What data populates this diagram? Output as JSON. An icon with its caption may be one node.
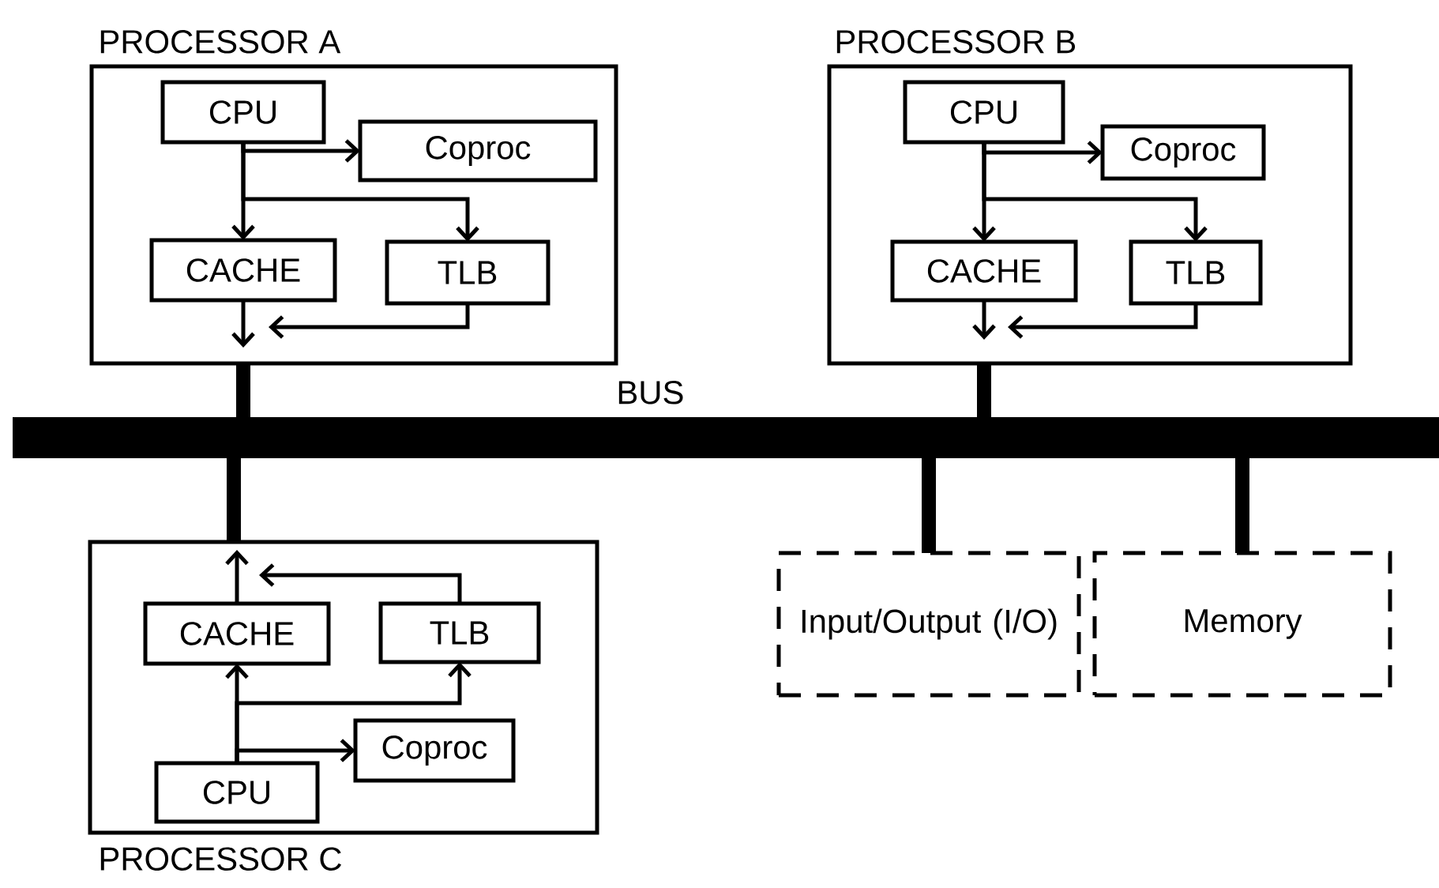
{
  "diagram": {
    "nodes": [
      {
        "text": [
          "PROCESSOR A"
        ]
      },
      {
        "text": [
          "CPU"
        ],
        "in": 0
      },
      {
        "text": [
          "Coproc"
        ],
        "in": 0
      },
      {
        "text": [
          "CACHE"
        ],
        "in": 0
      },
      {
        "text": [
          "TLB"
        ],
        "in": 0
      },
      {
        "text": [
          "PROCESSOR B"
        ]
      },
      {
        "text": [
          "CPU"
        ],
        "in": 5
      },
      {
        "text": [
          "Coproc"
        ],
        "in": 5
      },
      {
        "text": [
          "CACHE"
        ],
        "in": 5
      },
      {
        "text": [
          "TLB"
        ],
        "in": 5
      },
      {
        "text": [
          "BUS"
        ]
      },
      {
        "text": [
          "PROCESSOR C"
        ]
      },
      {
        "text": [
          "CACHE"
        ],
        "in": 11
      },
      {
        "text": [
          "TLB"
        ],
        "in": 11
      },
      {
        "text": [
          "Coproc"
        ],
        "in": 11
      },
      {
        "text": [
          "CPU"
        ],
        "in": 11
      },
      {
        "text": [
          "Input/Output (I/O)"
        ]
      },
      {
        "text": [
          "Memory"
        ]
      }
    ],
    "edges": [
      {
        "from": 1,
        "to": 2,
        "arrow": "to"
      },
      {
        "from": 1,
        "to": 3,
        "arrow": "to"
      },
      {
        "from": 1,
        "to": 4,
        "arrow": "to"
      },
      {
        "from": 3,
        "to": null,
        "arrow": "to"
      },
      {
        "from": 4,
        "to": 3,
        "arrow": "to"
      },
      {
        "from": 0,
        "to": 10,
        "arrow": "none",
        "style": "thick"
      },
      {
        "from": 6,
        "to": 7,
        "arrow": "to"
      },
      {
        "from": 6,
        "to": 8,
        "arrow": "to"
      },
      {
        "from": 6,
        "to": 9,
        "arrow": "to"
      },
      {
        "from": 8,
        "to": null,
        "arrow": "to"
      },
      {
        "from": 9,
        "to": 8,
        "arrow": "to"
      },
      {
        "from": 5,
        "to": 10,
        "arrow": "none",
        "style": "thick"
      },
      {
        "from": 15,
        "to": 14,
        "arrow": "to"
      },
      {
        "from": 15,
        "to": 12,
        "arrow": "to"
      },
      {
        "from": 15,
        "to": 13,
        "arrow": "to"
      },
      {
        "from": 12,
        "to": null,
        "arrow": "to"
      },
      {
        "from": 13,
        "to": 12,
        "arrow": "to"
      },
      {
        "from": 11,
        "to": 10,
        "arrow": "none",
        "style": "thick"
      },
      {
        "from": 16,
        "to": 10,
        "arrow": "none",
        "style": "thick"
      },
      {
        "from": 17,
        "to": 10,
        "arrow": "none",
        "style": "thick"
      }
    ]
  }
}
